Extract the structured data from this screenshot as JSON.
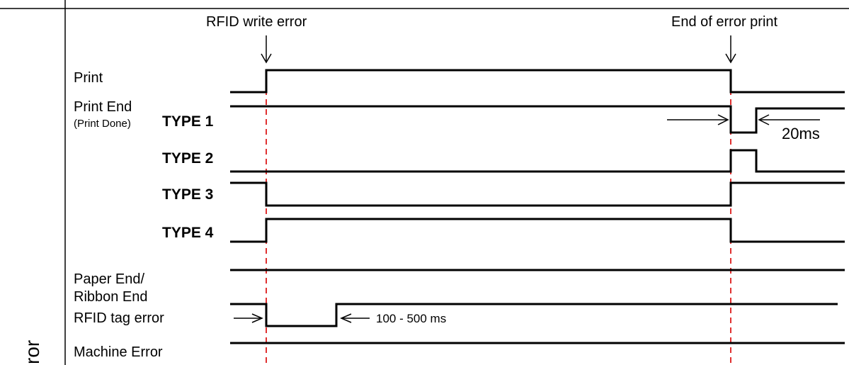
{
  "header": {
    "event_start": "RFID write error",
    "event_end": "End of error print"
  },
  "side_label": "ror",
  "signals": {
    "print": "Print",
    "print_end_line1": "Print End",
    "print_end_line2": "(Print Done)",
    "type1": "TYPE 1",
    "type2": "TYPE 2",
    "type3": "TYPE 3",
    "type4": "TYPE 4",
    "paper_end_line1": "Paper End/",
    "paper_end_line2": "Ribbon End",
    "rfid_tag_error": "RFID tag error",
    "machine_error": "Machine Error"
  },
  "annotations": {
    "pulse_width": "20ms",
    "rfid_delay": "100 - 500 ms"
  },
  "colors": {
    "line": "#000000",
    "marker": "#e03030"
  }
}
